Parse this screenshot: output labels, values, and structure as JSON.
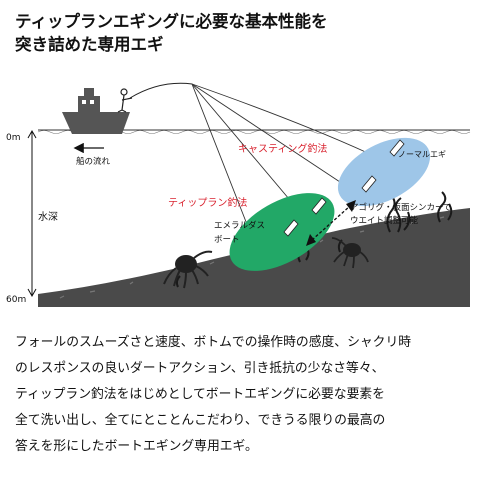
{
  "title": {
    "line1": "ティップランエギングに必要な基本性能を",
    "line2": "突き詰めた専用エギ"
  },
  "diagram": {
    "depth_top": "0m",
    "depth_bottom": "60m",
    "depth_label": "水深",
    "boat_drift_label": "船の流れ",
    "casting_label": "キャスティング釣法",
    "tiprun_label": "ティップラン釣法",
    "normal_egi_label": "ノーマルエギ",
    "emerald_boat_label_1": "エメラルダス",
    "emerald_boat_label_2": "ボート",
    "sinker_label_1": "アゴリグ・仮面シンカーで",
    "sinker_label_2": "ウエイト調整可能",
    "colors": {
      "casting_ellipse": "#9ec6e8",
      "tiprun_ellipse": "#22a867",
      "accent_red": "#d9232f",
      "seabed": "#4a4a4a"
    }
  },
  "description": {
    "line1": "フォールのスムーズさと速度、ボトムでの操作時の感度、シャクリ時",
    "line2": "のレスポンスの良いダートアクション、引き抵抗の少なさ等々、",
    "line3": "ティップラン釣法をはじめとしてボートエギングに必要な要素を",
    "line4": "全て洗い出し、全てにとことんこだわり、できうる限りの最高の",
    "line5": "答えを形にしたボートエギング専用エギ。"
  }
}
